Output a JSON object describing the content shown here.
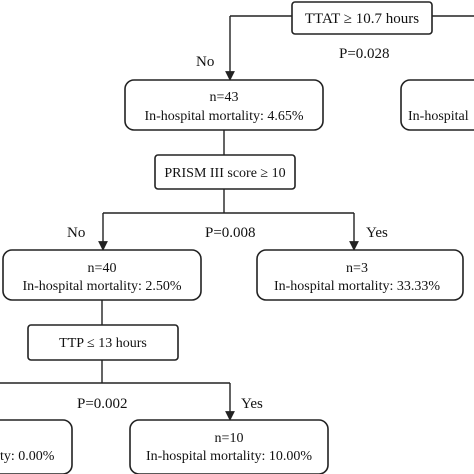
{
  "nodes": {
    "ttat_split": "TTAT ≥ 10.7 hours",
    "left_1": {
      "n": "n=43",
      "mortality": "In-hospital mortality: 4.65%"
    },
    "right_1": {
      "n": "",
      "mortality": "In-hospital"
    },
    "prism_split": "PRISM III score ≥ 10",
    "left_2": {
      "n": "n=40",
      "mortality": "In-hospital mortality: 2.50%"
    },
    "right_2": {
      "n": "n=3",
      "mortality": "In-hospital mortality: 33.33%"
    },
    "ttp_split": "TTP ≤ 13 hours",
    "left_3": {
      "n": "",
      "mortality": "ty: 0.00%"
    },
    "right_3": {
      "n": "n=10",
      "mortality": "In-hospital mortality: 10.00%"
    }
  },
  "edges": {
    "level1": {
      "no": "No",
      "p": "P=0.028"
    },
    "level2": {
      "no": "No",
      "p": "P=0.008",
      "yes": "Yes"
    },
    "level3": {
      "p": "P=0.002",
      "yes": "Yes"
    }
  },
  "colors": {
    "line": "#222222",
    "text": "#111111",
    "background": "#ffffff"
  }
}
